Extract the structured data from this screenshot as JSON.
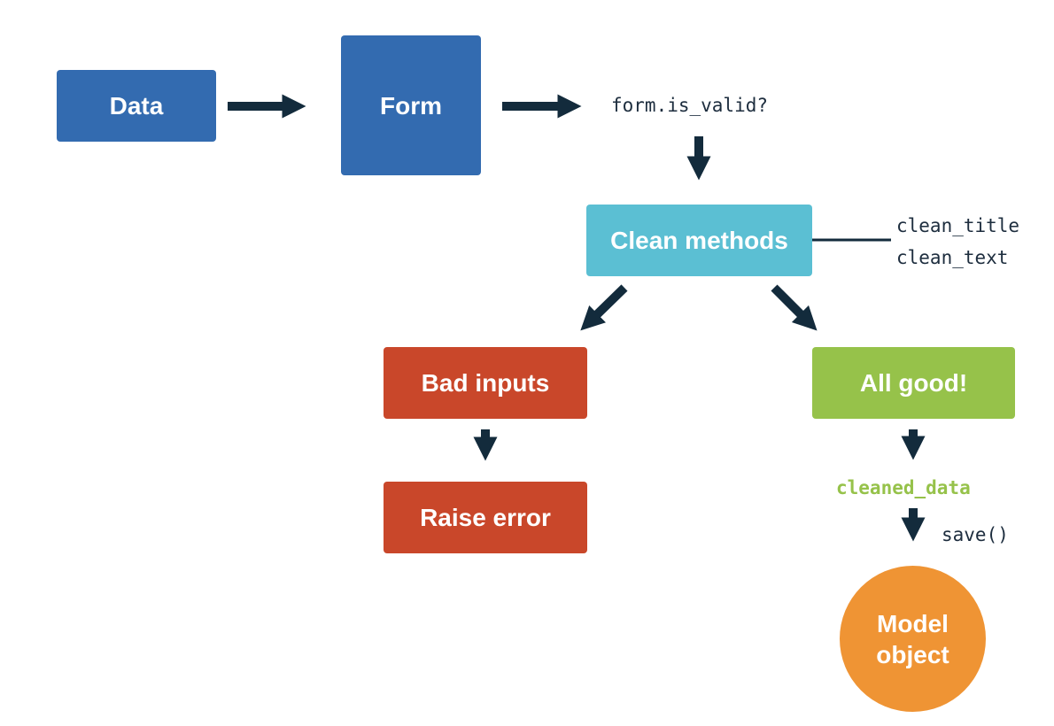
{
  "nodes": {
    "data": "Data",
    "form": "Form",
    "clean_methods": "Clean methods",
    "bad_inputs": "Bad inputs",
    "all_good": "All good!",
    "raise_error": "Raise error",
    "model_line1": "Model",
    "model_line2": "object"
  },
  "labels": {
    "is_valid": "form.is_valid?",
    "clean_title": "clean_title",
    "clean_text": "clean_text",
    "cleaned_data": "cleaned_data",
    "save": "save()"
  },
  "colors": {
    "data": "#336bb0",
    "form": "#336bb0",
    "clean": "#5bbfd3",
    "bad": "#c9472a",
    "raise": "#c9472a",
    "good": "#96c24a",
    "model": "#ef9434",
    "arrow": "#132b3c",
    "code_text": "#1d2d3e",
    "cleaned_data_text": "#96c24a"
  }
}
